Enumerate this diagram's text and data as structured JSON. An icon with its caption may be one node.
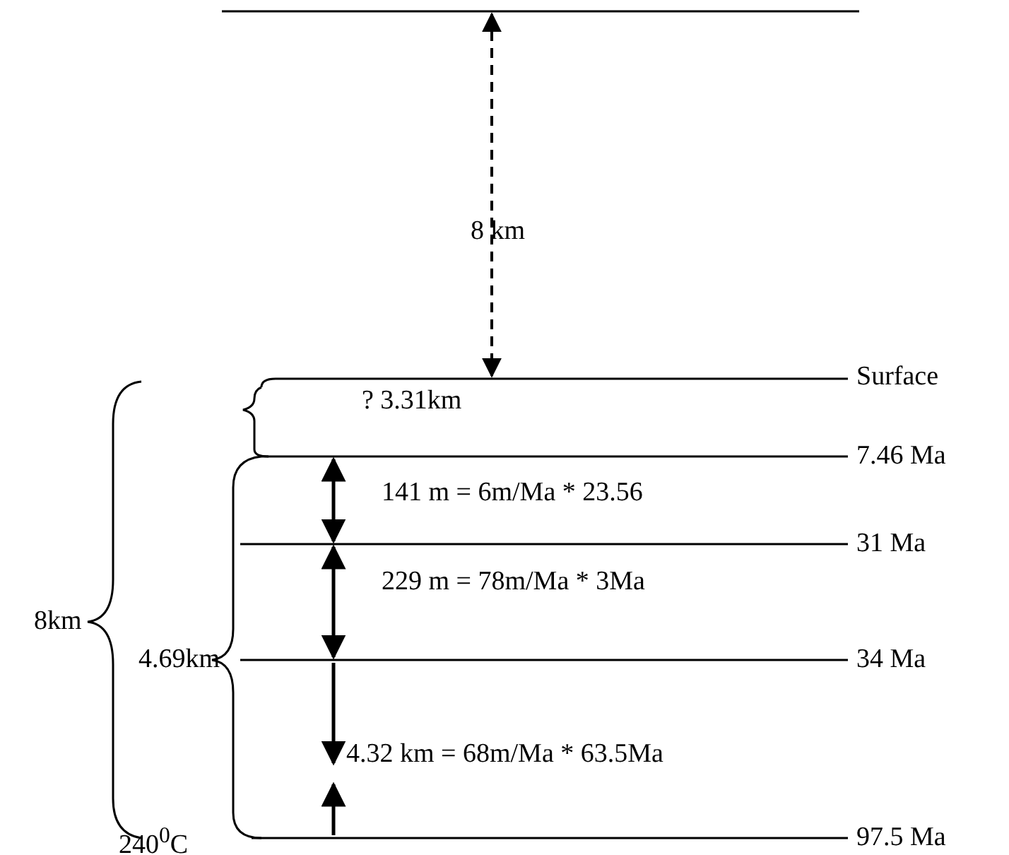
{
  "diagram": {
    "labels": [
      "8 km",
      "Surface",
      "? 3.31km",
      "7.46 Ma",
      "141 m = 6m/Ma * 23.56",
      "31 Ma",
      "229 m = 78m/Ma * 3Ma",
      "8km",
      "34 Ma",
      "4.69km",
      "4.32 km = 68m/Ma * 63.5Ma",
      "240$^{0}$C",
      "97.5 Ma"
    ]
  }
}
